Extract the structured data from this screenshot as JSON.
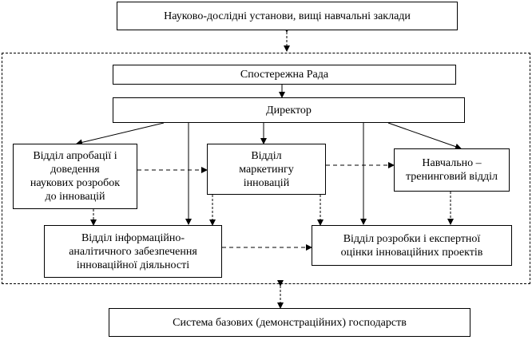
{
  "diagram": {
    "title_top": "Науково-дослідні установи, вищі навчальні заклади",
    "supervisory_board": "Спостережна Рада",
    "director": "Директор",
    "dept_approbation": "Відділ апробації і\nдоведення\nнаукових розробок\nдо інновацій",
    "dept_marketing": "Відділ\nмаркетингу\nінновацій",
    "dept_training": "Навчально –\nтренинговий відділ",
    "dept_info": "Відділ інформаційно-\nаналітичного забезпечення\nінноваційної діяльності",
    "dept_development": "Відділ розробки і експертної\nоцінки інноваційних проектів",
    "bottom_system": "Система базових (демонстраційних) господарств"
  }
}
